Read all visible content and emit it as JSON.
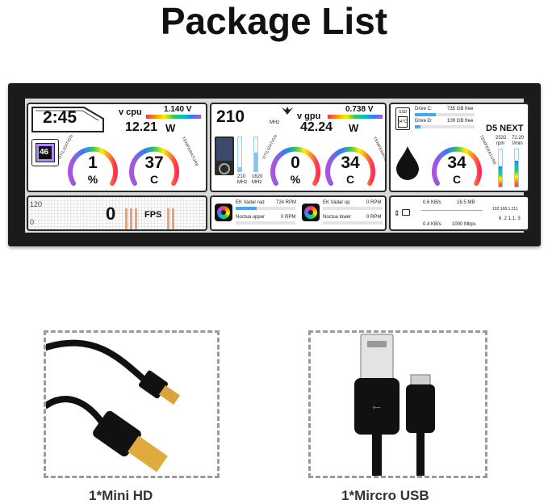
{
  "page": {
    "title": "Package List"
  },
  "cpu": {
    "time": "2:45",
    "vcpu_label": "v cpu",
    "vcpu_value": "1.140 V",
    "power": "12.21",
    "power_unit": "W",
    "chip_value": "46",
    "utilization_label": "UTILIZATION",
    "temperature_label": "TEMPERATURE",
    "util_value": "1",
    "util_unit": "%",
    "util_level": 0.01,
    "temp_value": "37",
    "temp_unit": "C",
    "temp_level": 0.37
  },
  "fps": {
    "max": "120",
    "min": "0",
    "value": "0",
    "unit": "FPS"
  },
  "gpu": {
    "freq": "210",
    "freq_unit": "MHz",
    "vgpu_label": "v gpu",
    "vgpu_value": "0.738 V",
    "power": "42.24",
    "power_unit": "W",
    "core_value": "210",
    "core_unit": "MHz",
    "core_level": 0.12,
    "mem_value": "1620",
    "mem_unit": "MHz",
    "mem_level": 0.55,
    "utilization_label": "UTILIZATION",
    "temperature_label": "TEMPERATURE",
    "util_value": "0",
    "util_unit": "%",
    "util_level": 0.0,
    "temp_value": "34",
    "temp_unit": "C",
    "temp_level": 0.34
  },
  "fans": [
    {
      "name": "EK Vadar rad",
      "rpm": "724 RPM",
      "level": 0.35
    },
    {
      "name": "Noctua upper",
      "rpm": "0 RPM",
      "level": 0.0
    },
    {
      "name": "EK Vadar up",
      "rpm": "0 RPM",
      "level": 0.0
    },
    {
      "name": "Noctua lower",
      "rpm": "0 RPM",
      "level": 0.0
    }
  ],
  "storage": {
    "ssd_label": "SSD",
    "ssd_temp": "54°C",
    "drives": [
      {
        "name": "Drive C:",
        "free": "735 GB free",
        "used": 0.35
      },
      {
        "name": "Drive D:",
        "free": "109 GB free",
        "used": 0.1
      }
    ]
  },
  "pump": {
    "title": "D5 NEXT",
    "temperature_label": "TEMPERATURE",
    "temp_value": "34",
    "temp_unit": "C",
    "temp_level": 0.34,
    "rpm_value": "2532",
    "rpm_unit": "rpm",
    "rpm_level": 0.55,
    "flow_value": "72.20",
    "flow_unit": "l/min",
    "flow_level": 0.7
  },
  "network": {
    "upload_rate": "0.6 KB/s",
    "upload_total": "16.5 MB",
    "download_rate": "0.4 KB/s",
    "link_speed": "1000 Mbps",
    "ip_main": "192.168.1.211",
    "ip_extra": "6 .2 1.1. 3"
  },
  "accessories": [
    {
      "label": "1*Mini HD"
    },
    {
      "label": "1*Mircro USB"
    }
  ],
  "colors": {
    "accent": "#3fa9f5",
    "bezel": "#1b1b1b",
    "fps_bars": "#f0a070"
  }
}
